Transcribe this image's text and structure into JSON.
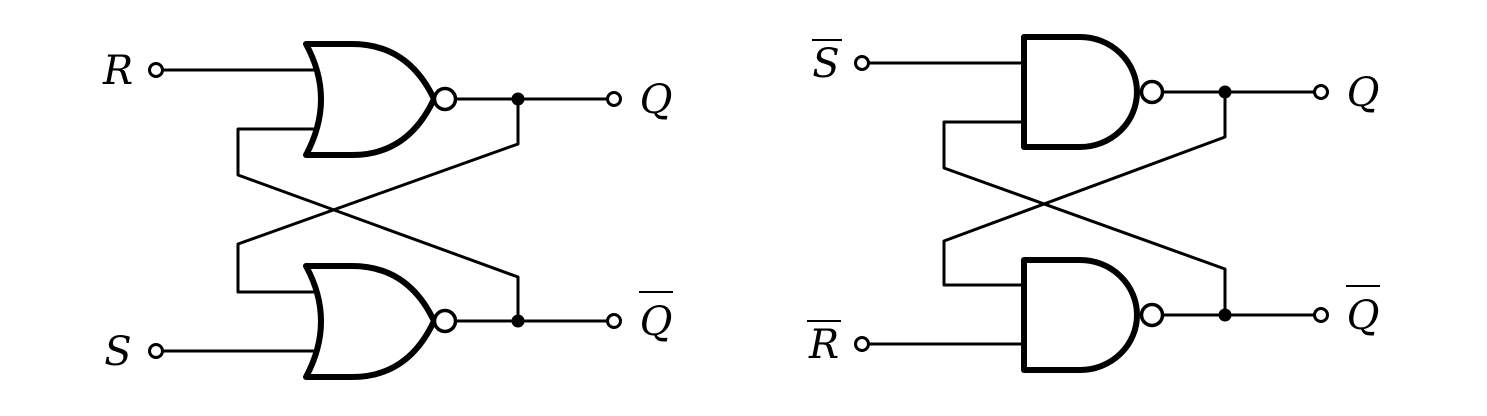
{
  "diagrams": [
    {
      "id": "nor-latch",
      "gate_type": "NOR",
      "inputs": [
        {
          "text": "R",
          "overline": false
        },
        {
          "text": "S",
          "overline": false
        }
      ],
      "outputs": [
        {
          "text": "Q",
          "overline": false
        },
        {
          "text": "Q",
          "overline": true
        }
      ]
    },
    {
      "id": "nand-latch",
      "gate_type": "NAND",
      "inputs": [
        {
          "text": "S",
          "overline": true
        },
        {
          "text": "R",
          "overline": true
        }
      ],
      "outputs": [
        {
          "text": "Q",
          "overline": false
        },
        {
          "text": "Q",
          "overline": true
        }
      ]
    }
  ]
}
